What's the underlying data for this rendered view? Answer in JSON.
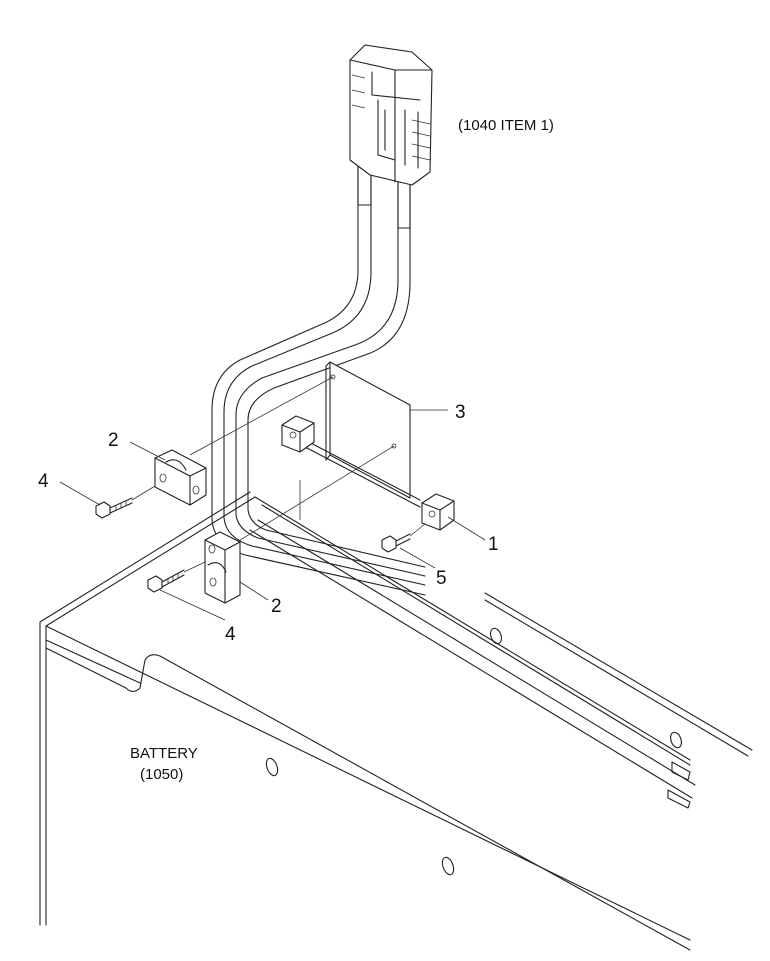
{
  "reference": "(1040 ITEM 1)",
  "battery": {
    "line1": "BATTERY",
    "line2": "(1050)"
  },
  "callouts": {
    "c1": "1",
    "c2a": "2",
    "c2b": "2",
    "c3": "3",
    "c4a": "4",
    "c4b": "4",
    "c5": "5"
  }
}
